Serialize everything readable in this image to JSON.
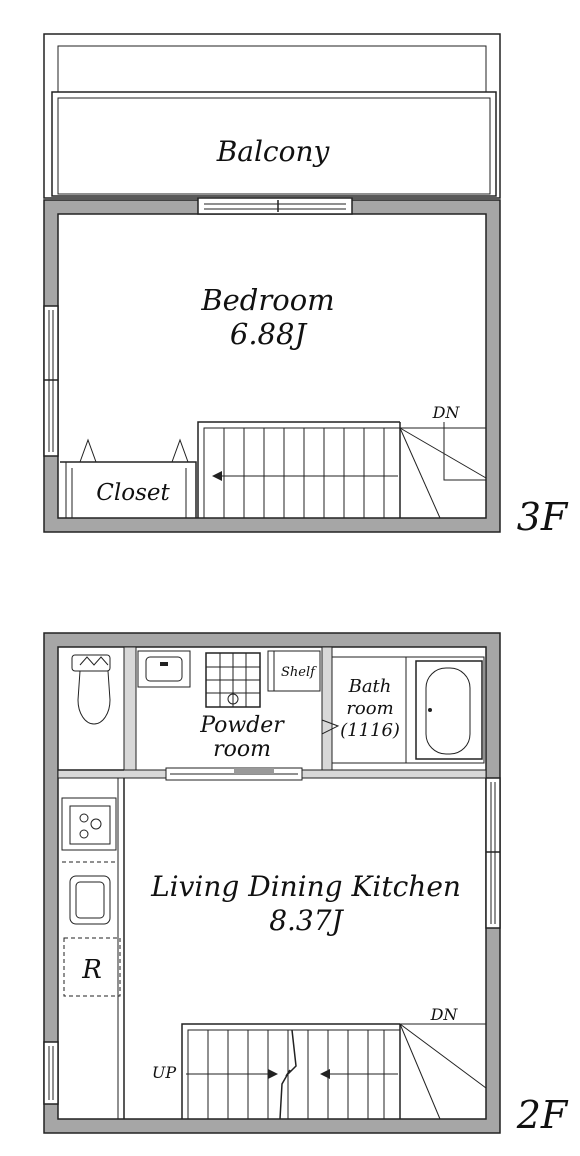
{
  "floor3": {
    "balcony": "Balcony",
    "bedroom": "Bedroom",
    "bedroom_size": "6.88J",
    "closet": "Closet",
    "dn": "DN",
    "floor_label": "3F"
  },
  "floor2": {
    "shelf": "Shelf",
    "powder_line1": "Powder",
    "powder_line2": "room",
    "bath_line1": "Bath",
    "bath_line2": "room",
    "bath_line3": "(1116)",
    "ldk": "Living Dining Kitchen",
    "ldk_size": "8.37J",
    "fridge": "R",
    "up": "UP",
    "dn": "DN",
    "floor_label": "2F"
  }
}
